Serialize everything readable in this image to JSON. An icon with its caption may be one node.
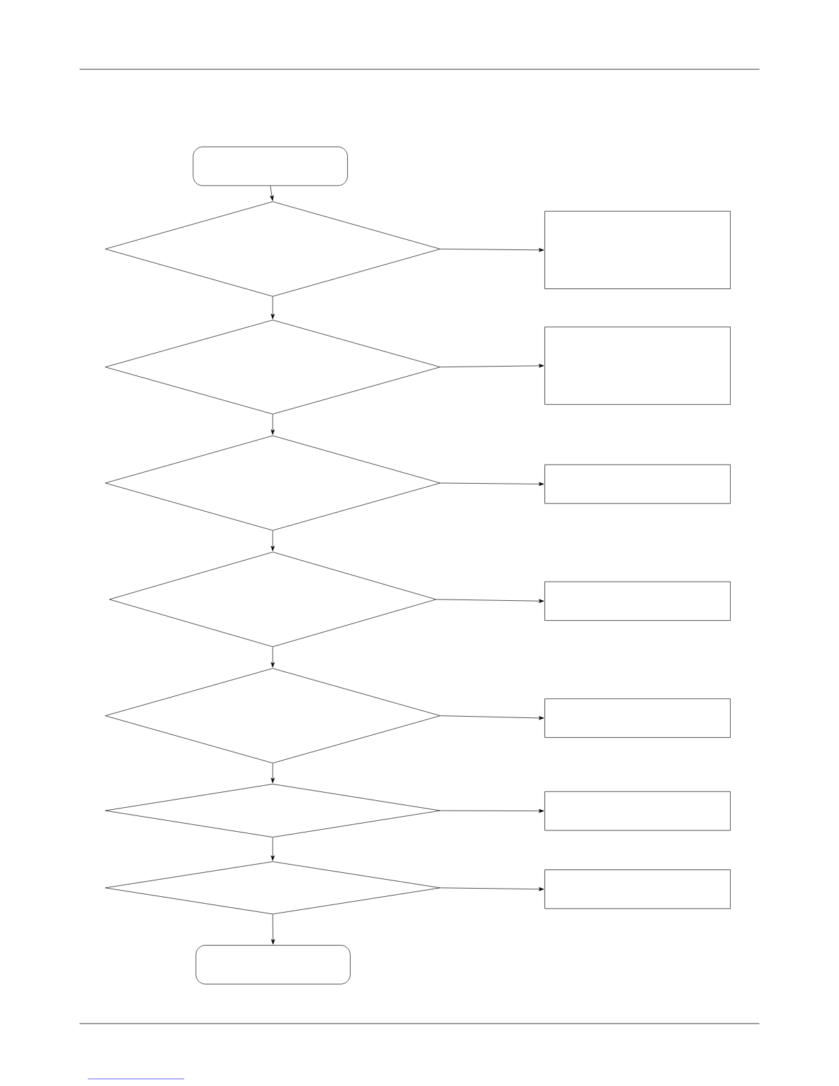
{
  "diagram": {
    "nodes": [
      {
        "text": [],
        "shape": "terminal"
      },
      {
        "text": [],
        "shape": "diamond"
      },
      {
        "text": [],
        "shape": "box"
      },
      {
        "text": [],
        "shape": "diamond"
      },
      {
        "text": [],
        "shape": "box"
      },
      {
        "text": [],
        "shape": "diamond"
      },
      {
        "text": [],
        "shape": "box"
      },
      {
        "text": [],
        "shape": "diamond"
      },
      {
        "text": [],
        "shape": "box"
      },
      {
        "text": [],
        "shape": "diamond"
      },
      {
        "text": [],
        "shape": "box"
      },
      {
        "text": [],
        "shape": "diamond"
      },
      {
        "text": [],
        "shape": "box"
      },
      {
        "text": [],
        "shape": "diamond"
      },
      {
        "text": [],
        "shape": "box"
      },
      {
        "text": [],
        "shape": "terminal"
      }
    ],
    "edges": [
      {
        "from": 0,
        "to": 1,
        "arrow": "to"
      },
      {
        "from": 1,
        "to": 2,
        "arrow": "to"
      },
      {
        "from": 1,
        "to": 3,
        "arrow": "to"
      },
      {
        "from": 3,
        "to": 4,
        "arrow": "to"
      },
      {
        "from": 3,
        "to": 5,
        "arrow": "to"
      },
      {
        "from": 5,
        "to": 6,
        "arrow": "to"
      },
      {
        "from": 5,
        "to": 7,
        "arrow": "to"
      },
      {
        "from": 7,
        "to": 8,
        "arrow": "to"
      },
      {
        "from": 7,
        "to": 9,
        "arrow": "to"
      },
      {
        "from": 9,
        "to": 10,
        "arrow": "to"
      },
      {
        "from": 9,
        "to": 11,
        "arrow": "to"
      },
      {
        "from": 11,
        "to": 12,
        "arrow": "to"
      },
      {
        "from": 11,
        "to": 13,
        "arrow": "to"
      },
      {
        "from": 13,
        "to": 14,
        "arrow": "to"
      },
      {
        "from": 13,
        "to": 15,
        "arrow": "to"
      }
    ]
  }
}
